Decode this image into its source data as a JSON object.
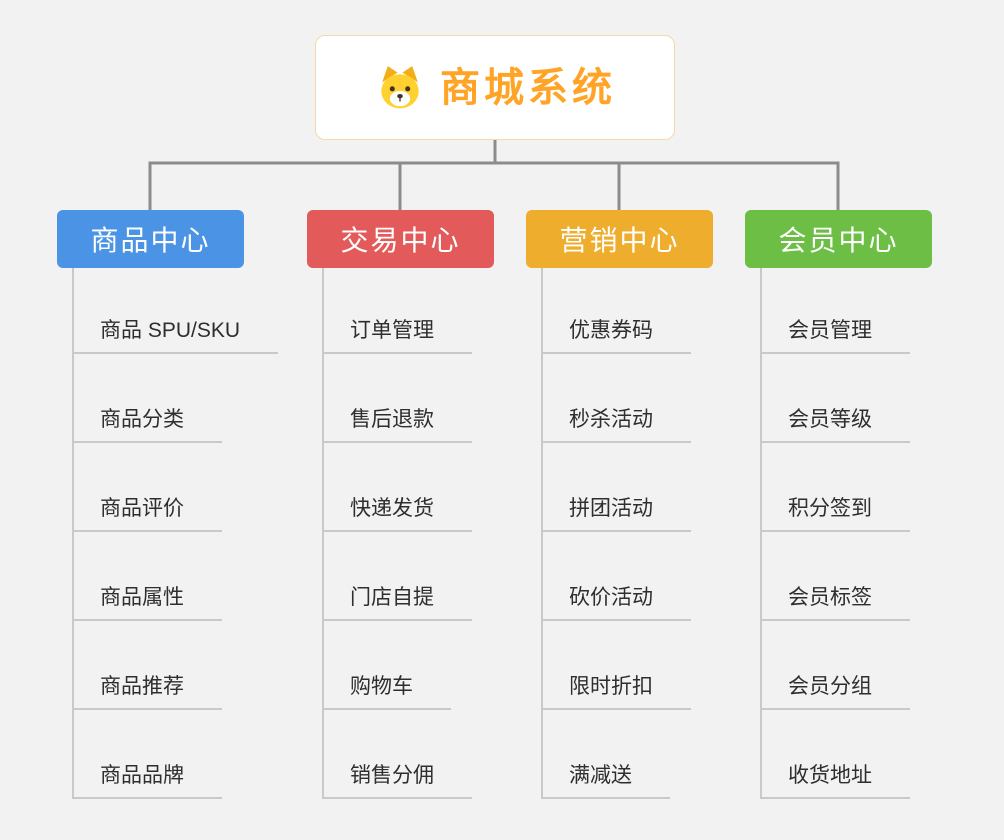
{
  "canvas_background": "#f2f2f2",
  "root": {
    "title": "商城系统",
    "icon": "dog-face-icon",
    "title_color": "#ffa426",
    "border_color": "#f6d9a4",
    "background": "#ffffff"
  },
  "lines": {
    "tree_color": "#8c8c8c",
    "branch_color": "#c9c9c9"
  },
  "branches": [
    {
      "label": "商品中心",
      "color": "#4b94e5",
      "items": [
        "商品 SPU/SKU",
        "商品分类",
        "商品评价",
        "商品属性",
        "商品推荐",
        "商品品牌"
      ]
    },
    {
      "label": "交易中心",
      "color": "#e25a5a",
      "items": [
        "订单管理",
        "售后退款",
        "快递发货",
        "门店自提",
        "购物车",
        "销售分佣"
      ]
    },
    {
      "label": "营销中心",
      "color": "#eead2d",
      "items": [
        "优惠券码",
        "秒杀活动",
        "拼团活动",
        "砍价活动",
        "限时折扣",
        "满减送"
      ]
    },
    {
      "label": "会员中心",
      "color": "#6cbe45",
      "items": [
        "会员管理",
        "会员等级",
        "积分签到",
        "会员标签",
        "会员分组",
        "收货地址"
      ]
    }
  ]
}
